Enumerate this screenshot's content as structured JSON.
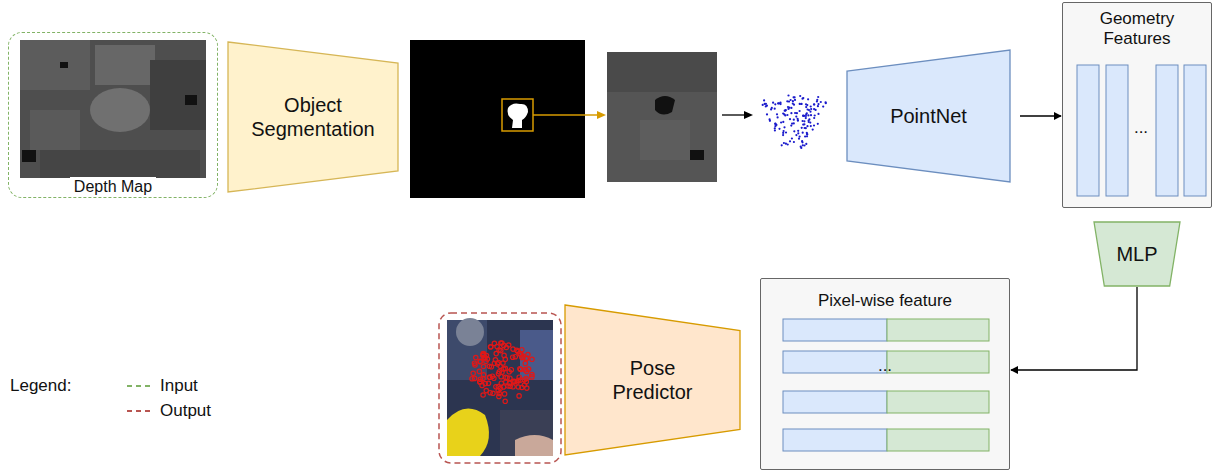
{
  "diagram": {
    "nodes": [
      {
        "text": [
          "Depth Map"
        ]
      },
      {
        "text": [
          "Object Segmentation"
        ]
      },
      {
        "text": [
          "PointNet"
        ]
      },
      {
        "text": [
          "Geometry Features"
        ]
      },
      {
        "text": [
          "MLP"
        ]
      },
      {
        "text": [
          "Pixel-wise feature"
        ]
      },
      {
        "text": [
          "Pose Predictor"
        ]
      }
    ],
    "edges": [
      {
        "from": 2,
        "to": 3,
        "arrow": "to"
      },
      {
        "from": 4,
        "to": 5,
        "arrow": "to"
      }
    ],
    "labels": [
      "Legend:",
      "...",
      "..."
    ],
    "legend": [
      {
        "text": "Input"
      },
      {
        "text": "Output"
      }
    ]
  }
}
